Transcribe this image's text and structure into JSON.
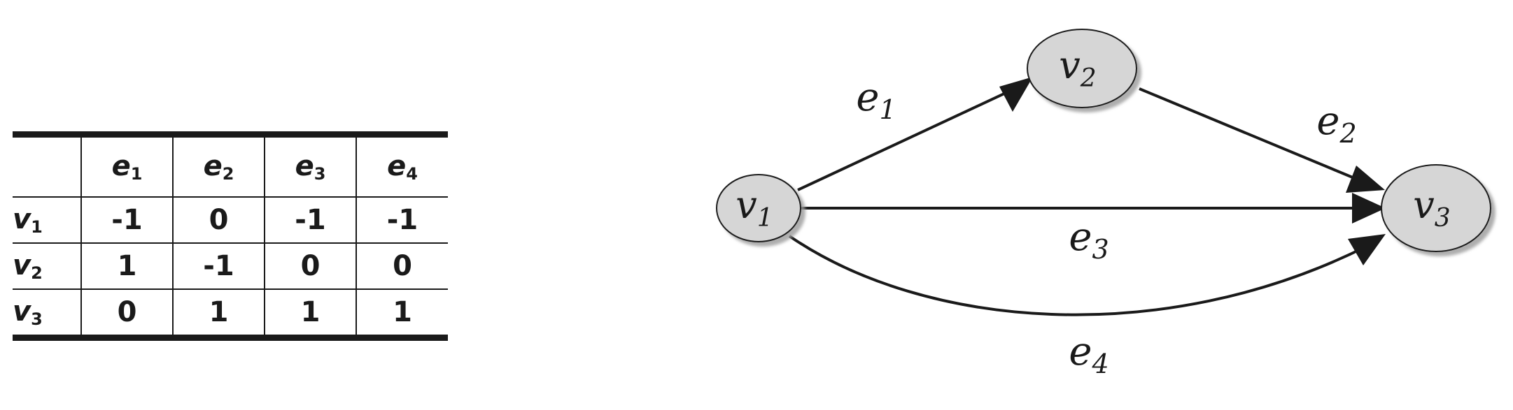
{
  "matrix": {
    "columns": [
      {
        "sym": "e",
        "sub": "1"
      },
      {
        "sym": "e",
        "sub": "2"
      },
      {
        "sym": "e",
        "sub": "3"
      },
      {
        "sym": "e",
        "sub": "4"
      }
    ],
    "rows": [
      {
        "sym": "v",
        "sub": "1",
        "values": [
          "-1",
          "0",
          "-1",
          "-1"
        ]
      },
      {
        "sym": "v",
        "sub": "2",
        "values": [
          "1",
          "-1",
          "0",
          "0"
        ]
      },
      {
        "sym": "v",
        "sub": "3",
        "values": [
          "0",
          "1",
          "1",
          "1"
        ]
      }
    ]
  },
  "graph": {
    "nodes": {
      "v1": {
        "sym": "v",
        "sub": "1"
      },
      "v2": {
        "sym": "v",
        "sub": "2"
      },
      "v3": {
        "sym": "v",
        "sub": "3"
      }
    },
    "edges": {
      "e1": {
        "sym": "e",
        "sub": "1",
        "from": "v1",
        "to": "v2"
      },
      "e2": {
        "sym": "e",
        "sub": "2",
        "from": "v2",
        "to": "v3"
      },
      "e3": {
        "sym": "e",
        "sub": "3",
        "from": "v1",
        "to": "v3"
      },
      "e4": {
        "sym": "e",
        "sub": "4",
        "from": "v1",
        "to": "v3"
      }
    },
    "node_fill": "#d6d6d6",
    "stroke_color": "#1a1a1a"
  }
}
